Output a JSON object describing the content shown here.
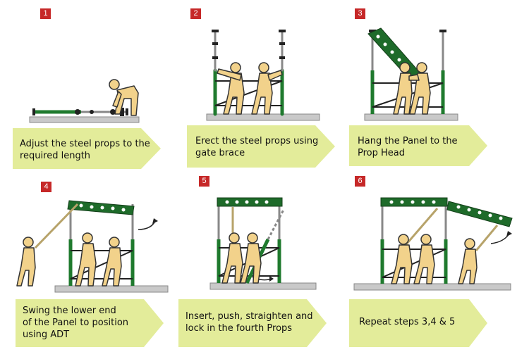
{
  "colors": {
    "badge": "#c62828",
    "caption_bg": "#e3ec9a",
    "prop_green": "#1f7a2e",
    "panel_green": "#1e6b2a",
    "worker_fill": "#f2d28b",
    "ground": "#c9c9c9",
    "brace": "#222222"
  },
  "steps": [
    {
      "number": "1",
      "caption": "Adjust the steel props to the\nrequired length"
    },
    {
      "number": "2",
      "caption": "Erect the steel props using\ngate brace"
    },
    {
      "number": "3",
      "caption": "Hang the Panel to the\nProp Head"
    },
    {
      "number": "4",
      "caption": "Swing the lower end\nof the Panel to position\nusing ADT"
    },
    {
      "number": "5",
      "caption": "Insert, push, straighten and\nlock in the fourth Props"
    },
    {
      "number": "6",
      "caption": "Repeat steps 3,4 & 5"
    }
  ]
}
